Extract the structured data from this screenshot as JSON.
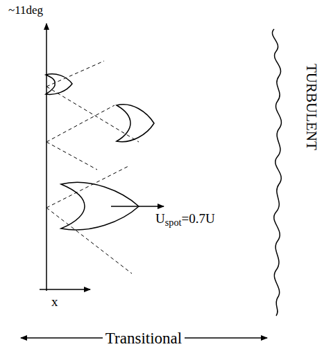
{
  "diagram": {
    "labels": [
      "~11deg",
      "Uspot=0.7U",
      "x",
      "TURBULENT",
      "Transitional"
    ]
  }
}
